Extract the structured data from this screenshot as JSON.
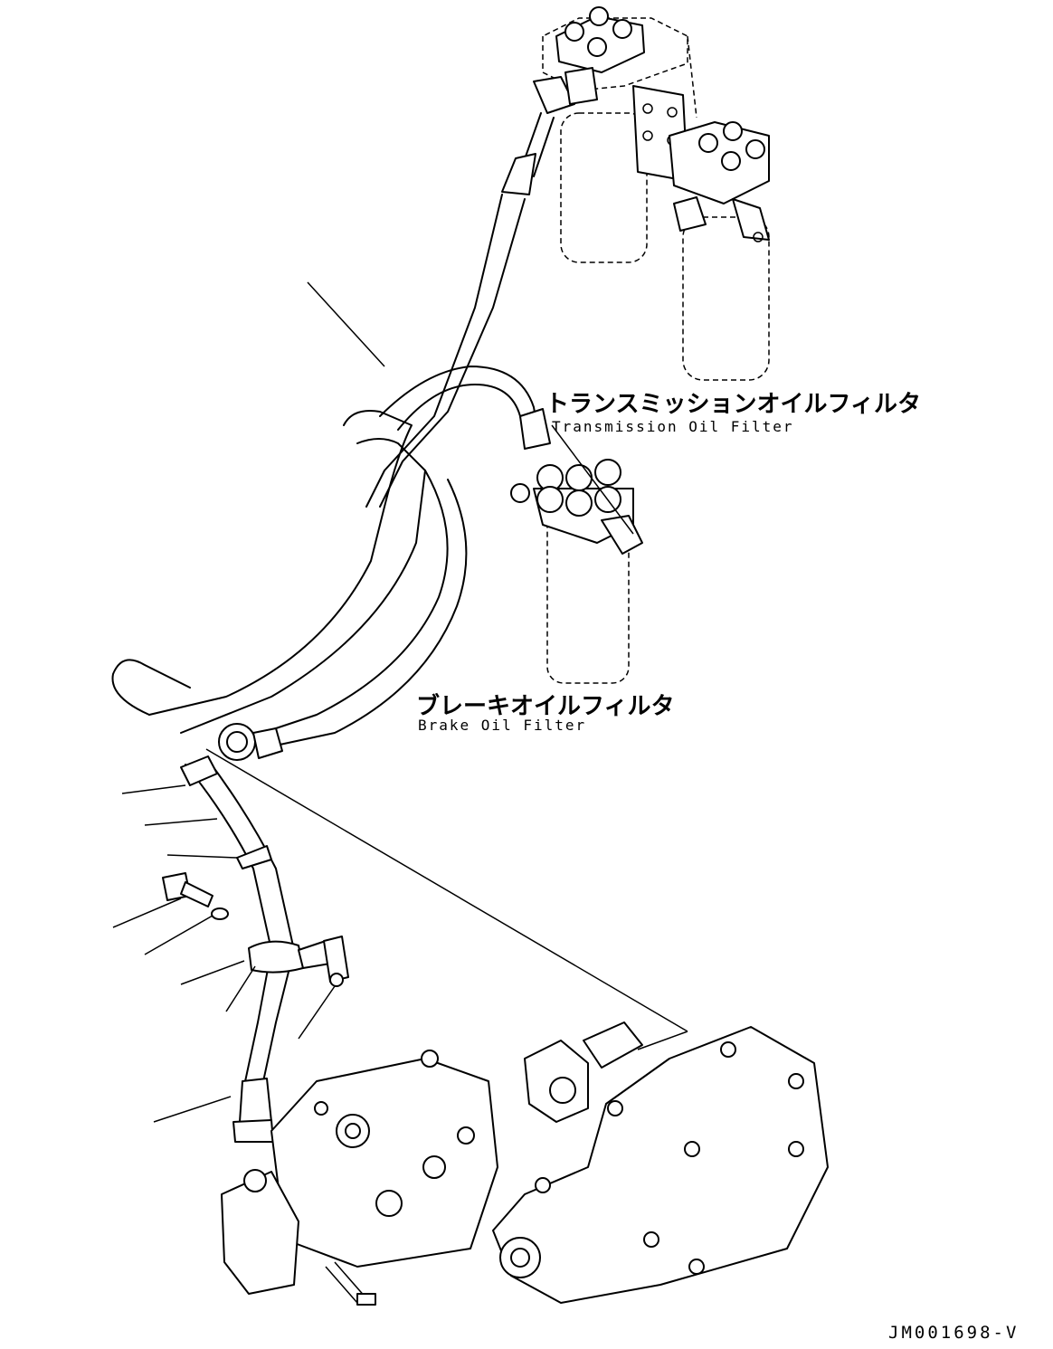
{
  "labels": {
    "transmission_jp": "トランスミッションオイルフィルタ",
    "transmission_en": "Transmission Oil Filter",
    "brake_jp": "ブレーキオイルフィルタ",
    "brake_en": "Brake Oil Filter",
    "drawing_code": "JM001698-V"
  },
  "colors": {
    "ink": "#000000",
    "paper": "#ffffff"
  }
}
